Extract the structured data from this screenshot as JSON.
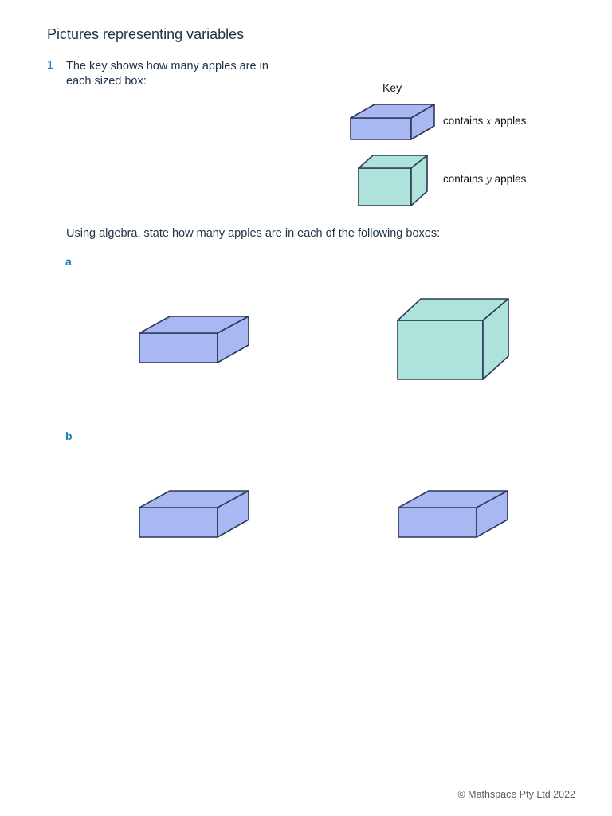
{
  "page": {
    "title": "Pictures representing variables",
    "footer": "© Mathspace Pty Ltd 2022"
  },
  "question": {
    "number": "1",
    "intro": "The key shows how many apples are in each sized box:",
    "key": {
      "title": "Key",
      "items": [
        {
          "prefix": "contains ",
          "variable": "x",
          "suffix": " apples",
          "box": "small-blue-box"
        },
        {
          "prefix": "contains ",
          "variable": "y",
          "suffix": " apples",
          "box": "large-green-box"
        }
      ]
    },
    "instruction": "Using algebra, state how many apples are in each of the following boxes:",
    "parts": [
      {
        "label": "a",
        "boxes": [
          "small-blue-box",
          "large-green-box"
        ]
      },
      {
        "label": "b",
        "boxes": [
          "small-blue-box",
          "small-blue-box"
        ]
      }
    ]
  },
  "colors": {
    "blue_box_fill": "#a9b7f2",
    "green_box_fill": "#ade3da",
    "box_stroke": "#2b3a55",
    "accent": "#1a7fc1",
    "text": "#1f3347"
  }
}
